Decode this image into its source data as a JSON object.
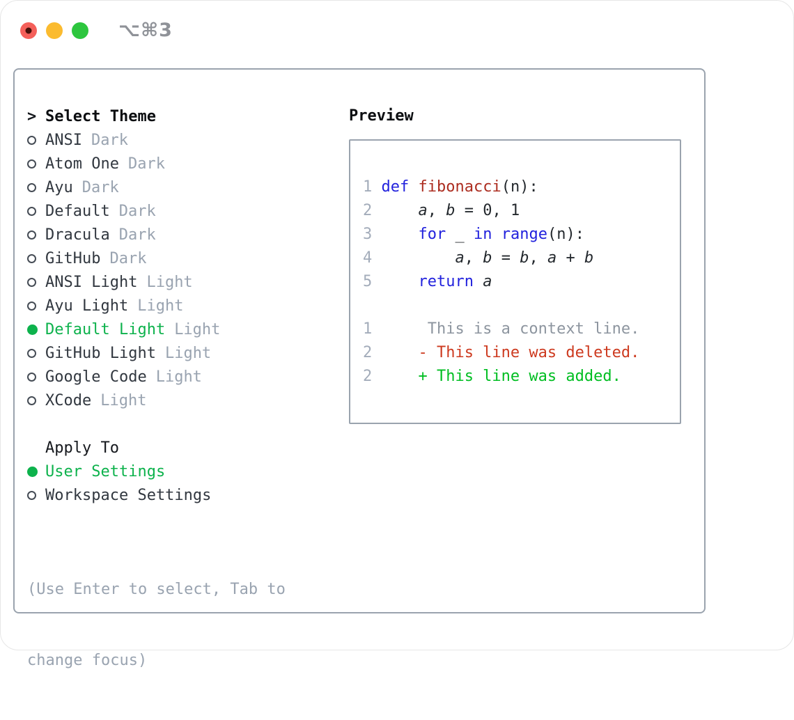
{
  "titlebar": {
    "shortcut": "⌥⌘3"
  },
  "colors": {
    "accent_green": "#0db24c",
    "added_green": "#00be22",
    "deleted_red": "#cd3a1f",
    "keyword_blue": "#2222dd",
    "function_red": "#ac2d20",
    "text_dark": "#31373f",
    "muted_gray": "#99a3b0",
    "linenum_gray": "#a3acba",
    "context_gray": "#8d959f",
    "border_gray": "#9aa3ae",
    "traffic_red": "#f4605a",
    "traffic_yellow": "#fbbb2f",
    "traffic_green": "#2dc63e"
  },
  "sidebar": {
    "prompt": ">",
    "title": "Select Theme",
    "themes": [
      {
        "name": "ANSI",
        "tag": "Dark",
        "selected": false
      },
      {
        "name": "Atom One",
        "tag": "Dark",
        "selected": false
      },
      {
        "name": "Ayu",
        "tag": "Dark",
        "selected": false
      },
      {
        "name": "Default",
        "tag": "Dark",
        "selected": false
      },
      {
        "name": "Dracula",
        "tag": "Dark",
        "selected": false
      },
      {
        "name": "GitHub",
        "tag": "Dark",
        "selected": false
      },
      {
        "name": "ANSI Light",
        "tag": "Light",
        "selected": false
      },
      {
        "name": "Ayu Light",
        "tag": "Light",
        "selected": false
      },
      {
        "name": "Default Light",
        "tag": "Light",
        "selected": true
      },
      {
        "name": "GitHub Light",
        "tag": "Light",
        "selected": false
      },
      {
        "name": "Google Code",
        "tag": "Light",
        "selected": false
      },
      {
        "name": "XCode",
        "tag": "Light",
        "selected": false
      }
    ],
    "apply_to": {
      "label": "Apply To",
      "options": [
        {
          "label": "User Settings",
          "selected": true
        },
        {
          "label": "Workspace Settings",
          "selected": false
        }
      ]
    },
    "hint_lines": [
      "(Use Enter to select, Tab to",
      "change focus)"
    ]
  },
  "preview": {
    "title": "Preview",
    "lines": [
      {
        "num": "1",
        "segs": [
          {
            "t": "def",
            "c": "kw"
          },
          {
            "t": " ",
            "c": "pl"
          },
          {
            "t": "fibonacci",
            "c": "fn"
          },
          {
            "t": "(n):",
            "c": "pl"
          }
        ]
      },
      {
        "num": "2",
        "segs": [
          {
            "t": "    ",
            "c": "pl"
          },
          {
            "t": "a",
            "c": "var"
          },
          {
            "t": ", ",
            "c": "pl"
          },
          {
            "t": "b",
            "c": "var"
          },
          {
            "t": " = 0, 1",
            "c": "pl"
          }
        ]
      },
      {
        "num": "3",
        "segs": [
          {
            "t": "    ",
            "c": "pl"
          },
          {
            "t": "for",
            "c": "kw"
          },
          {
            "t": " _ ",
            "c": "pl"
          },
          {
            "t": "in",
            "c": "kw"
          },
          {
            "t": " ",
            "c": "pl"
          },
          {
            "t": "range",
            "c": "kw"
          },
          {
            "t": "(n):",
            "c": "pl"
          }
        ]
      },
      {
        "num": "4",
        "segs": [
          {
            "t": "        ",
            "c": "pl"
          },
          {
            "t": "a",
            "c": "var"
          },
          {
            "t": ", ",
            "c": "pl"
          },
          {
            "t": "b",
            "c": "var"
          },
          {
            "t": " = ",
            "c": "pl"
          },
          {
            "t": "b",
            "c": "var"
          },
          {
            "t": ", ",
            "c": "pl"
          },
          {
            "t": "a",
            "c": "var"
          },
          {
            "t": " + ",
            "c": "pl"
          },
          {
            "t": "b",
            "c": "var"
          }
        ]
      },
      {
        "num": "5",
        "segs": [
          {
            "t": "    ",
            "c": "pl"
          },
          {
            "t": "return",
            "c": "kw"
          },
          {
            "t": " ",
            "c": "pl"
          },
          {
            "t": "a",
            "c": "var"
          }
        ]
      },
      {
        "num": "",
        "segs": []
      },
      {
        "num": "1",
        "segs": [
          {
            "t": "     This is a context line.",
            "c": "ctx"
          }
        ]
      },
      {
        "num": "2",
        "segs": [
          {
            "t": "    - This line was deleted.",
            "c": "del"
          }
        ]
      },
      {
        "num": "2",
        "segs": [
          {
            "t": "    + This line was added.",
            "c": "add"
          }
        ]
      }
    ]
  }
}
